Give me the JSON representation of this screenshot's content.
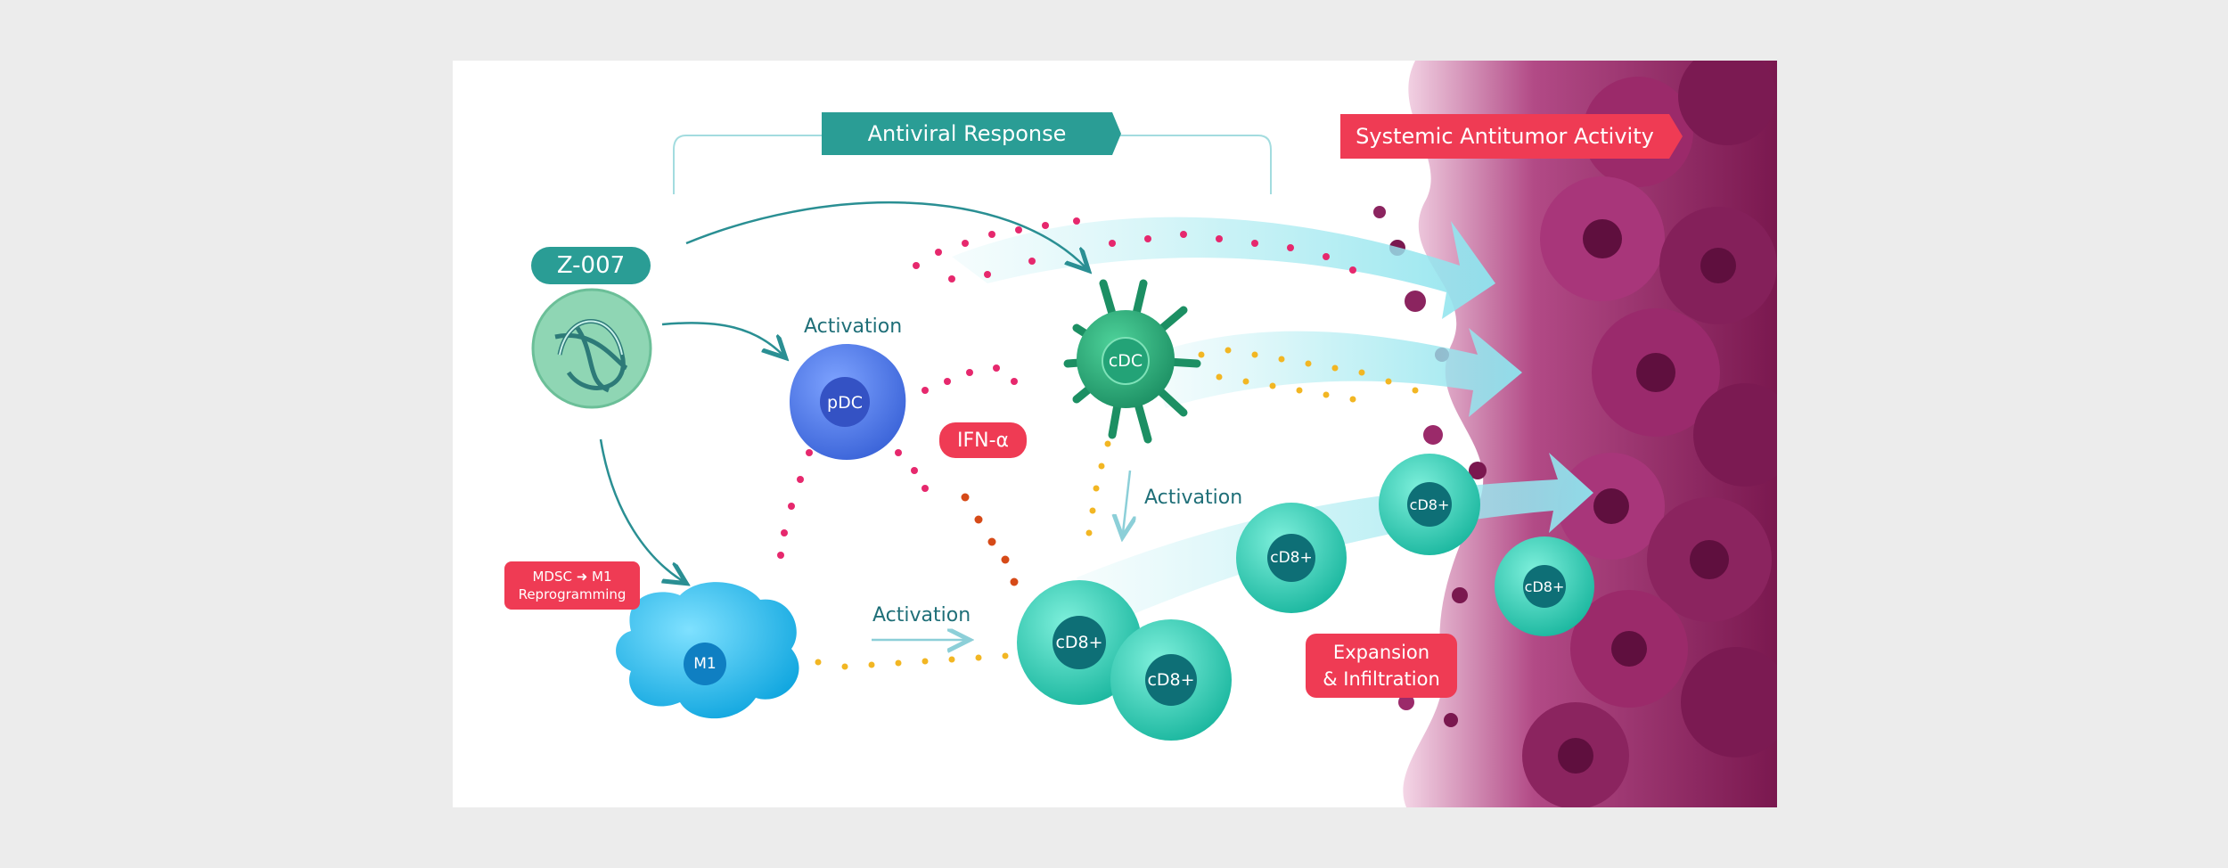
{
  "banners": {
    "antiviral": "Antiviral Response",
    "systemic": "Systemic Antitumor Activity"
  },
  "drug": {
    "label": "Z-007"
  },
  "tags": {
    "ifn": "IFN-α",
    "mdsc_line1": "MDSC ➜ M1",
    "mdsc_line2": "Reprogramming",
    "expansion_line1": "Expansion",
    "expansion_line2": "& Infiltration"
  },
  "activation_labels": {
    "pdc": "Activation",
    "cdc": "Activation",
    "m1": "Activation"
  },
  "cells": {
    "pdc": "pDC",
    "cdc": "cDC",
    "m1": "M1",
    "cd8": "cD8+"
  },
  "colors": {
    "teal_banner": "#2a9d95",
    "red_tag": "#ef3b54",
    "pdc": "#4a78e6",
    "cdc": "#2aa77a",
    "m1": "#20b8e8",
    "cd8": "#2fcfb8",
    "tumor": "#8a1f5c"
  }
}
